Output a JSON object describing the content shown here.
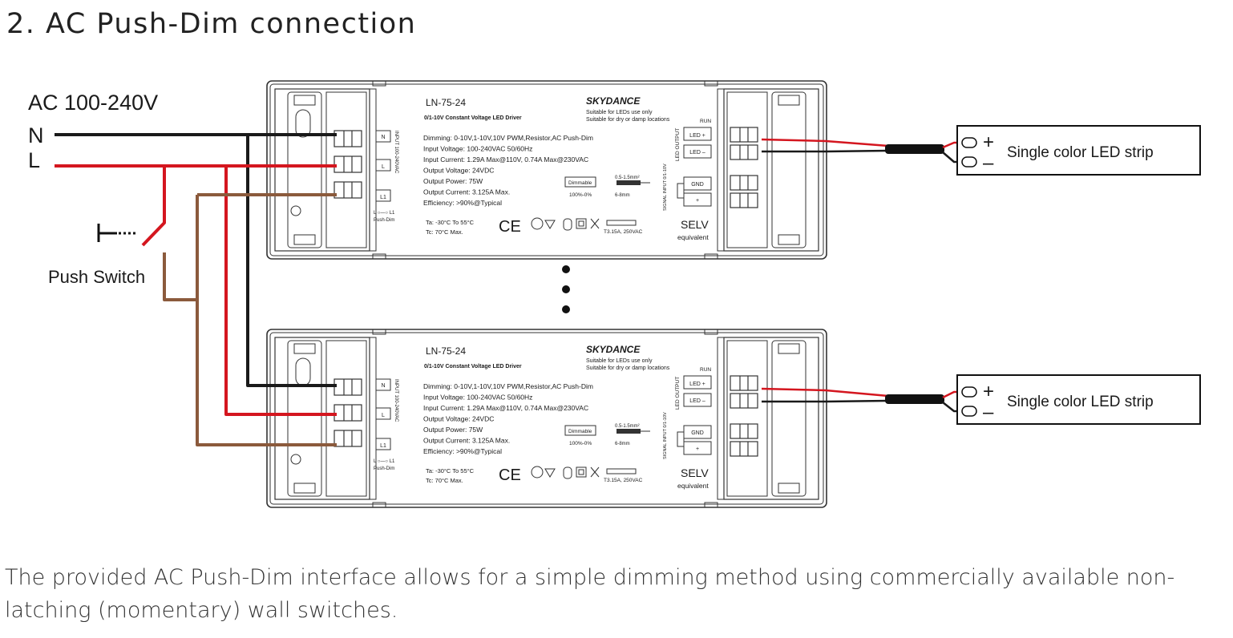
{
  "title": "2. AC Push-Dim connection",
  "supply": {
    "voltage": "AC 100-240V",
    "n": "N",
    "l": "L"
  },
  "switch_label": "Push Switch",
  "driver": {
    "model": "LN-75-24",
    "type": "0/1-10V Constant Voltage LED Driver",
    "brand": "SKYDANCE",
    "suitable1": "Suitable for LEDs use only",
    "suitable2": "Suitable for dry or damp locations",
    "specs": [
      "Dimming: 0-10V,1-10V,10V PWM,Resistor,AC Push-Dim",
      "Input Voltage: 100-240VAC 50/60Hz",
      "Input Current: 1.29A Max@110V, 0.74A Max@230VAC",
      "Output Voltage: 24VDC",
      "Output Power: 75W",
      "Output Current: 3.125A Max.",
      "Efficiency: >90%@Typical"
    ],
    "ta": "Ta: -30°C To 55°C",
    "tc": "Tc: 70°C Max.",
    "dimmable": "Dimmable",
    "dim_range": "100%-0%",
    "wire_size": "0.5-1.5mm²",
    "strip_len": "6-8mm",
    "fuse": "T3.15A, 250VAC",
    "selv": "SELV",
    "equivalent": "equivalent",
    "run": "RUN",
    "input_terms": [
      "N",
      "L",
      "L1"
    ],
    "input_side_label": "INPUT 100-240VAC",
    "pushdim_label": "L ○—○ L1",
    "pushdim_sub": "Push-Dim",
    "led_output_label": "LED OUTPUT",
    "led_terms": [
      "LED +",
      "LED –"
    ],
    "signal_label": "SIGNAL INPUT 0/1-10V",
    "signal_terms": [
      "GND",
      "+"
    ],
    "ce": "CE"
  },
  "load": {
    "label": "Single color LED strip",
    "plus": "+",
    "minus": "–"
  },
  "footer": "The provided AC Push-Dim interface allows for a simple dimming method using commercially available non-latching (momentary) wall switches.",
  "colors": {
    "neutral": "#1a1a1a",
    "live": "#d4161f",
    "pushdim": "#8b5a3c",
    "outline": "#333333"
  }
}
